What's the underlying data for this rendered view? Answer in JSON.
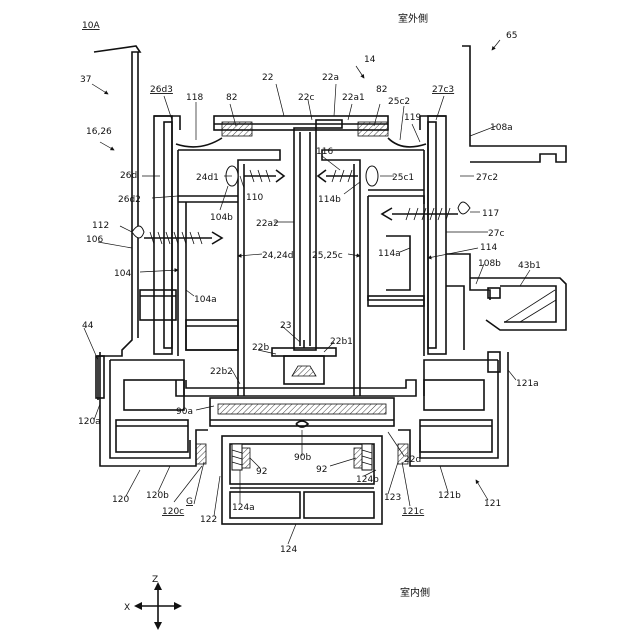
{
  "figure_id": "10A",
  "orientation": {
    "outdoor": "室外側",
    "indoor": "室内側"
  },
  "axes": {
    "z": "Z",
    "x": "X"
  },
  "labels": {
    "l14": "14",
    "l65": "65",
    "l37": "37",
    "l22": "22",
    "l22a": "22a",
    "l26d3": "26d3",
    "l118": "118",
    "l82a": "82",
    "l22c": "22c",
    "l22a1": "22a1",
    "l82b": "82",
    "l27c3": "27c3",
    "l25c2": "25c2",
    "l119": "119",
    "l108a": "108a",
    "l16_26": "16,26",
    "l26d": "26d",
    "l24d1": "24d1",
    "l116": "116",
    "l25c1": "25c1",
    "l27c2": "27c2",
    "l26d2": "26d2",
    "l110": "110",
    "l104b": "104b",
    "l114b": "114b",
    "l112": "112",
    "l22a2": "22a2",
    "l117": "117",
    "l27c": "27c",
    "l106": "106",
    "l24_24d": "24,24d",
    "l25_25c": "25,25c",
    "l114a": "114a",
    "l114": "114",
    "l108b": "108b",
    "l43b1": "43b1",
    "l104": "104",
    "l104a": "104a",
    "l44": "44",
    "l23": "23",
    "l22b1": "22b1",
    "l22b": "22b",
    "l121a": "121a",
    "l22b2": "22b2",
    "l120a": "120a",
    "l90a": "90a",
    "l22d": "22d",
    "l90b": "90b",
    "l92a": "92",
    "l92b": "92",
    "l124b": "124b",
    "l120": "120",
    "l120b": "120b",
    "l121b": "121b",
    "l121": "121",
    "lG": "G",
    "l123": "123",
    "l120c": "120c",
    "l122": "122",
    "l124a": "124a",
    "l121c": "121c",
    "l124": "124"
  }
}
